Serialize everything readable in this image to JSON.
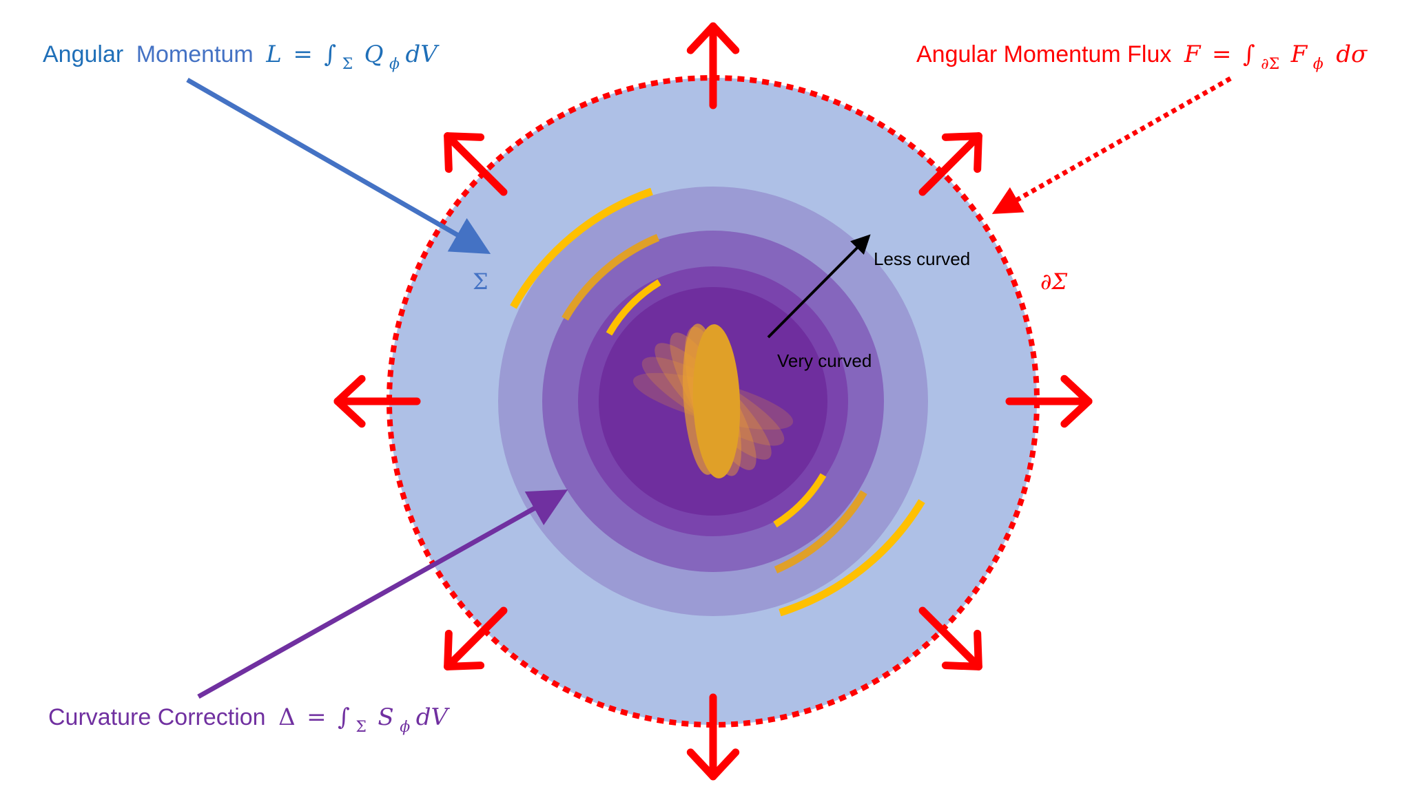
{
  "labels": {
    "angular_momentum": {
      "word1": "Angular",
      "word2": "Momentum",
      "var": "L",
      "eq": "=",
      "int": "∫",
      "sub": "Σ",
      "integrand": "Q",
      "integrand_sub": "ϕ",
      "diff": "dV",
      "color_a": "#1f6fb8",
      "color_b": "#4472c4"
    },
    "flux": {
      "text": "Angular Momentum Flux",
      "var": "F",
      "eq": "=",
      "int": "∫",
      "sub": "∂Σ",
      "integrand": "F",
      "integrand_sub": "ϕ",
      "diff": "dσ",
      "color": "#ff0000"
    },
    "curvature": {
      "text": "Curvature Correction",
      "var": "Δ",
      "eq": "=",
      "int": "∫",
      "sub": "Σ",
      "integrand": "S",
      "integrand_sub": "ϕ",
      "diff": "dV",
      "color": "#7030a0"
    },
    "sigma": {
      "text": "Σ",
      "color": "#4472c4"
    },
    "boundary": {
      "text": "∂Σ",
      "color": "#ff0000"
    },
    "less_curved": "Less curved",
    "very_curved": "Very curved"
  },
  "colors": {
    "outer_region": "#aec0e6",
    "ring1": "#9b9bd4",
    "ring2": "#8566bd",
    "ring3": "#7a44ad",
    "core": "#6f2e9e",
    "arc_bright": "#ffc000",
    "arc_dark": "#e0a028",
    "flux_arrow": "#ff0000",
    "l_arrow": "#4472c4",
    "c_arrow": "#7030a0",
    "curv_arrow": "#000000"
  }
}
